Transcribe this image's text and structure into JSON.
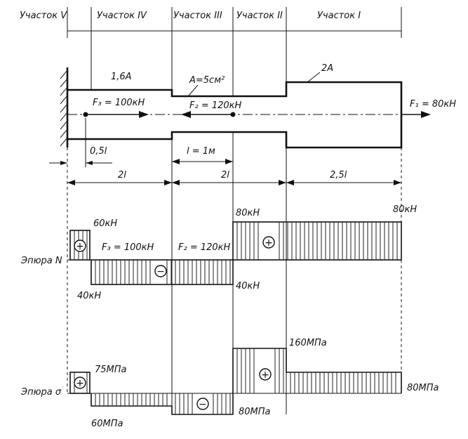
{
  "sections": {
    "s5": "Участок V",
    "s4": "Участок IV",
    "s3": "Участок III",
    "s2": "Участок II",
    "s1": "Участок I"
  },
  "rod": {
    "area_16": "1,6A",
    "area_a": "A=5см²",
    "area_2a": "2A",
    "f1": "F₁ = 80кН",
    "f2": "F₂ = 120кН",
    "f3": "F₃ = 100кН"
  },
  "dims": {
    "d05": "0,5l",
    "d1m": "l = 1м",
    "d2l_a": "2l",
    "d2l_b": "2l",
    "d25": "2,5l"
  },
  "normal_force": {
    "title": "Эпюра N",
    "v60": "60кН",
    "v40a": "40кН",
    "v80a": "80кН",
    "v80b": "80кН",
    "v40b": "40кН",
    "f3": "F₃ = 100кН",
    "f2": "F₂ = 120кН"
  },
  "stress": {
    "title": "Эпюра σ",
    "v75": "75МПа",
    "v60": "60МПа",
    "v160": "160МПа",
    "v80a": "80МПа",
    "v80b": "80МПа"
  },
  "signs": {
    "plus": "+",
    "minus": "−"
  }
}
